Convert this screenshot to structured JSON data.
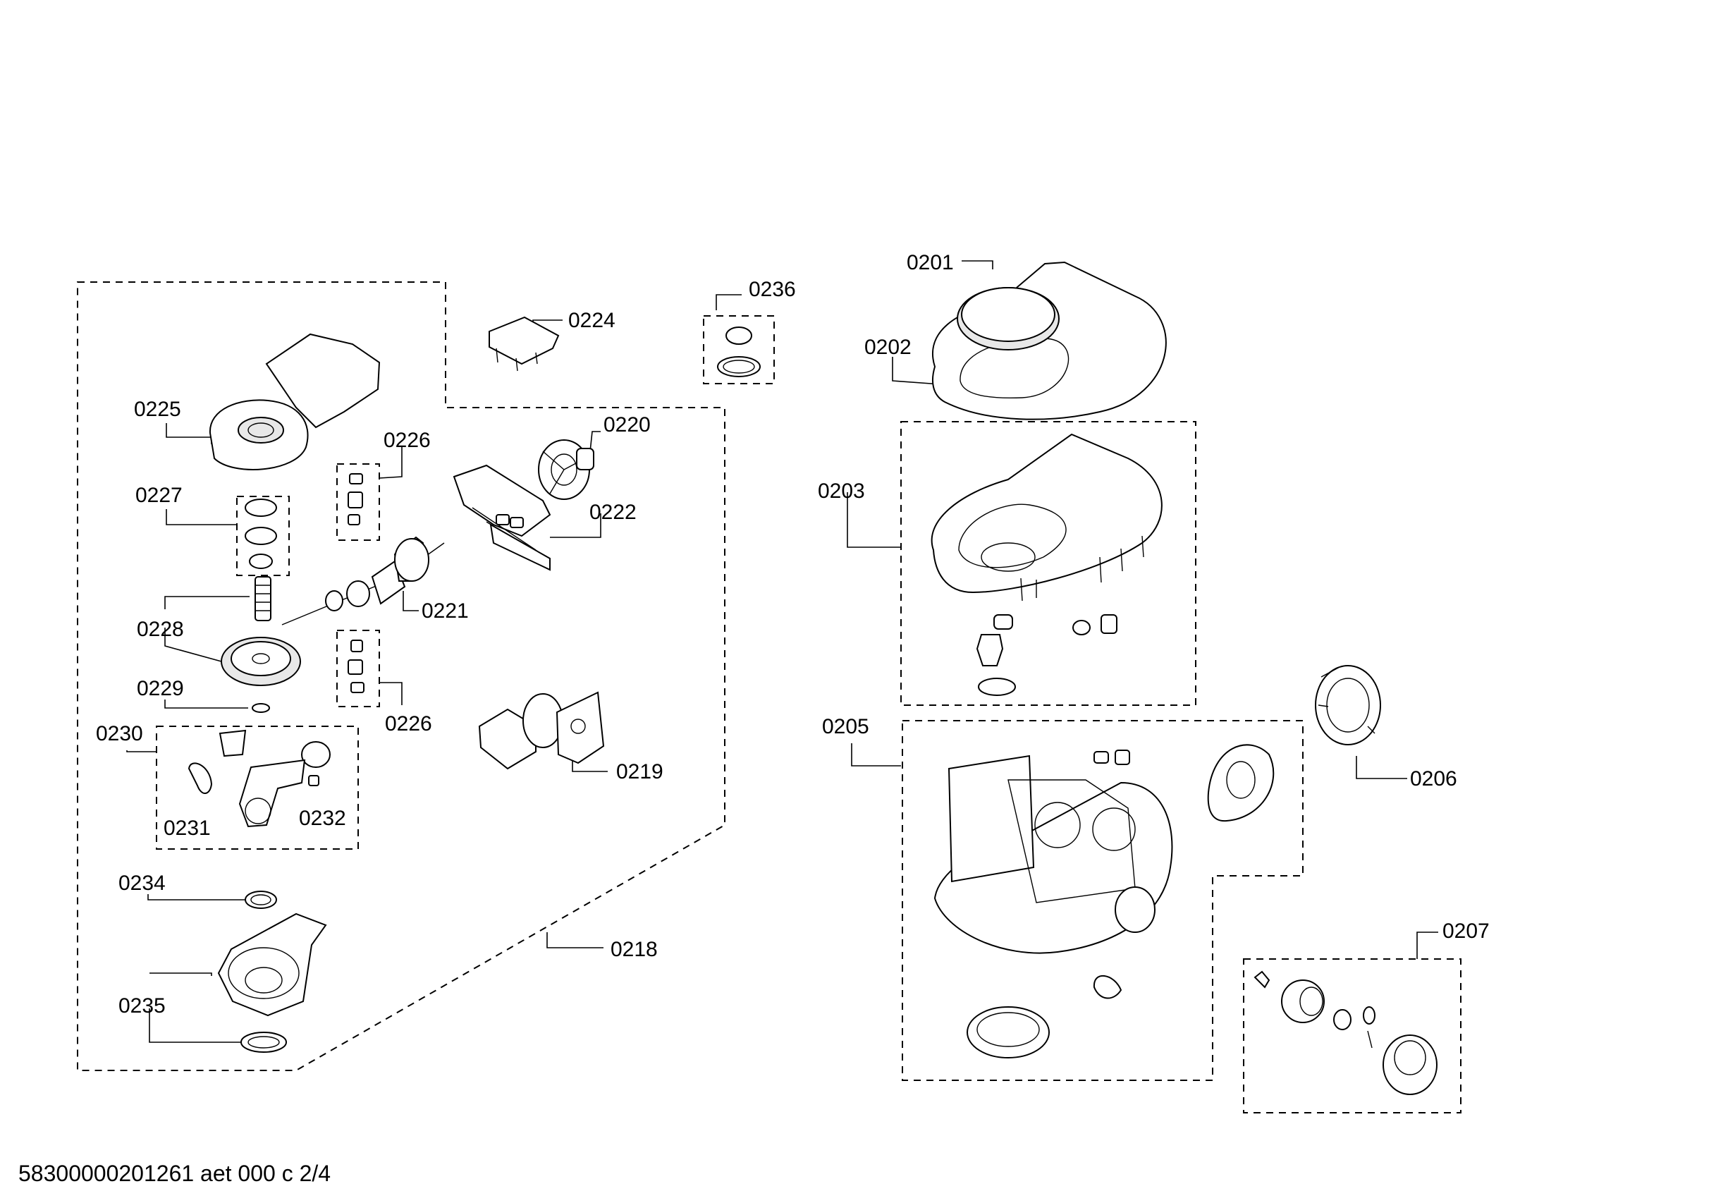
{
  "diagram": {
    "document_code": "58300000201261 aet 000 c 2/4",
    "labels": {
      "p0201": "0201",
      "p0202": "0202",
      "p0203": "0203",
      "p0205": "0205",
      "p0206": "0206",
      "p0207": "0207",
      "p0218": "0218",
      "p0219": "0219",
      "p0220": "0220",
      "p0221": "0221",
      "p0222": "0222",
      "p0224": "0224",
      "p0225": "0225",
      "p0226a": "0226",
      "p0226b": "0226",
      "p0227": "0227",
      "p0228": "0228",
      "p0229": "0229",
      "p0230": "0230",
      "p0231": "0231",
      "p0232": "0232",
      "p0234": "0234",
      "p0235": "0235",
      "p0236": "0236"
    }
  }
}
